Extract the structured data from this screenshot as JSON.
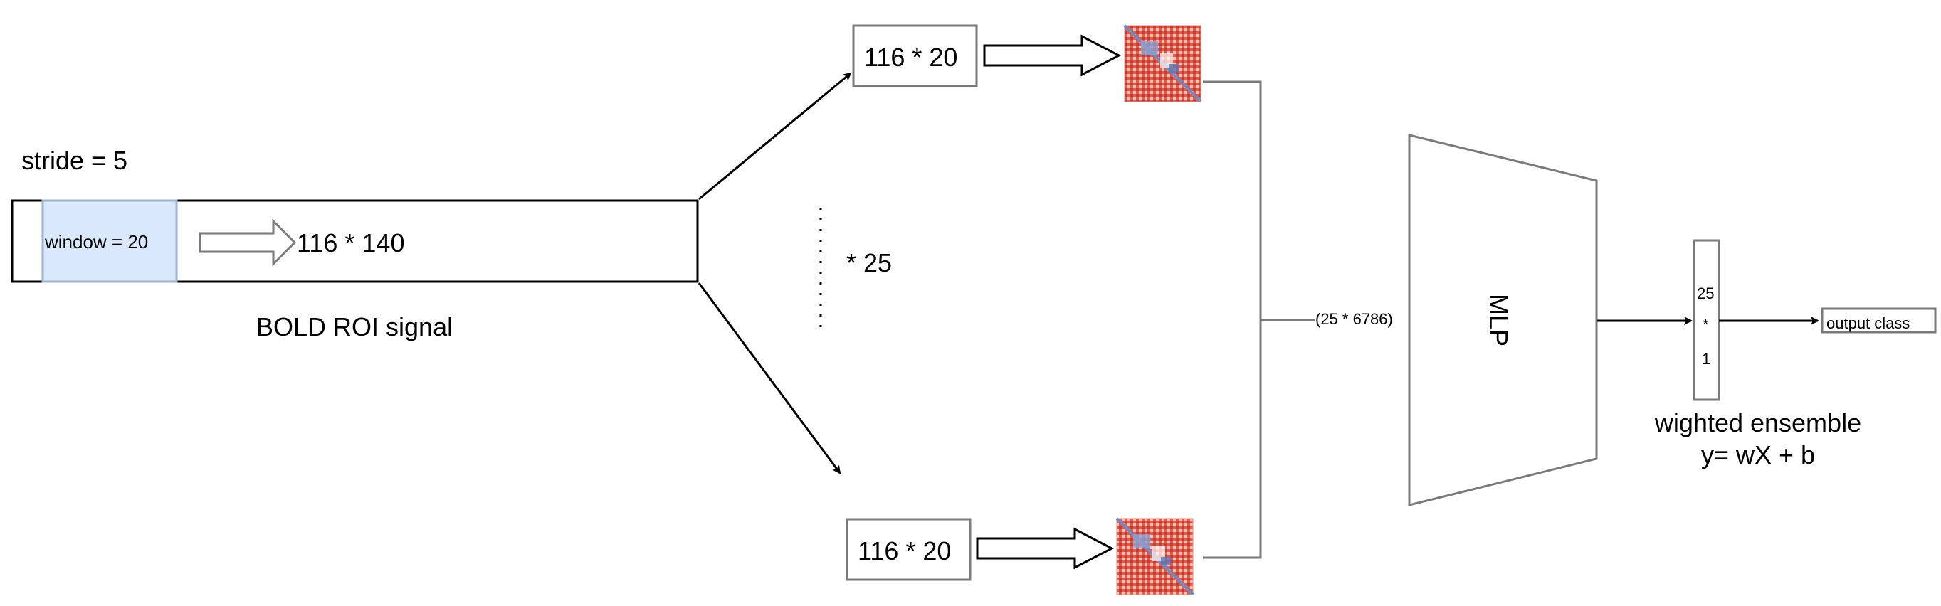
{
  "labels": {
    "stride": "stride = 5",
    "window": "window = 20",
    "signal_size": "116 * 140",
    "signal_caption": "BOLD ROI signal",
    "window_top": "116 * 20",
    "window_bottom": "116 * 20",
    "repeat": "* 25",
    "concat_size": "(25 * 6786)",
    "mlp": "MLP",
    "vec_top": "25",
    "vec_mid": "*",
    "vec_bot": "1",
    "ensemble_line1": "wighted ensemble",
    "ensemble_line2": "y= wX + b",
    "output": "output class"
  },
  "colors": {
    "box_stroke": "#000000",
    "gray_stroke": "#7a7a7a",
    "window_fill": "#dae8fc",
    "window_stroke": "#9fb5d1",
    "matrix_red": "#d9483b",
    "matrix_light": "#f4b8a8",
    "matrix_blue": "#6a8cc7"
  },
  "icons": [
    "correlation-matrix-top",
    "correlation-matrix-bottom"
  ]
}
